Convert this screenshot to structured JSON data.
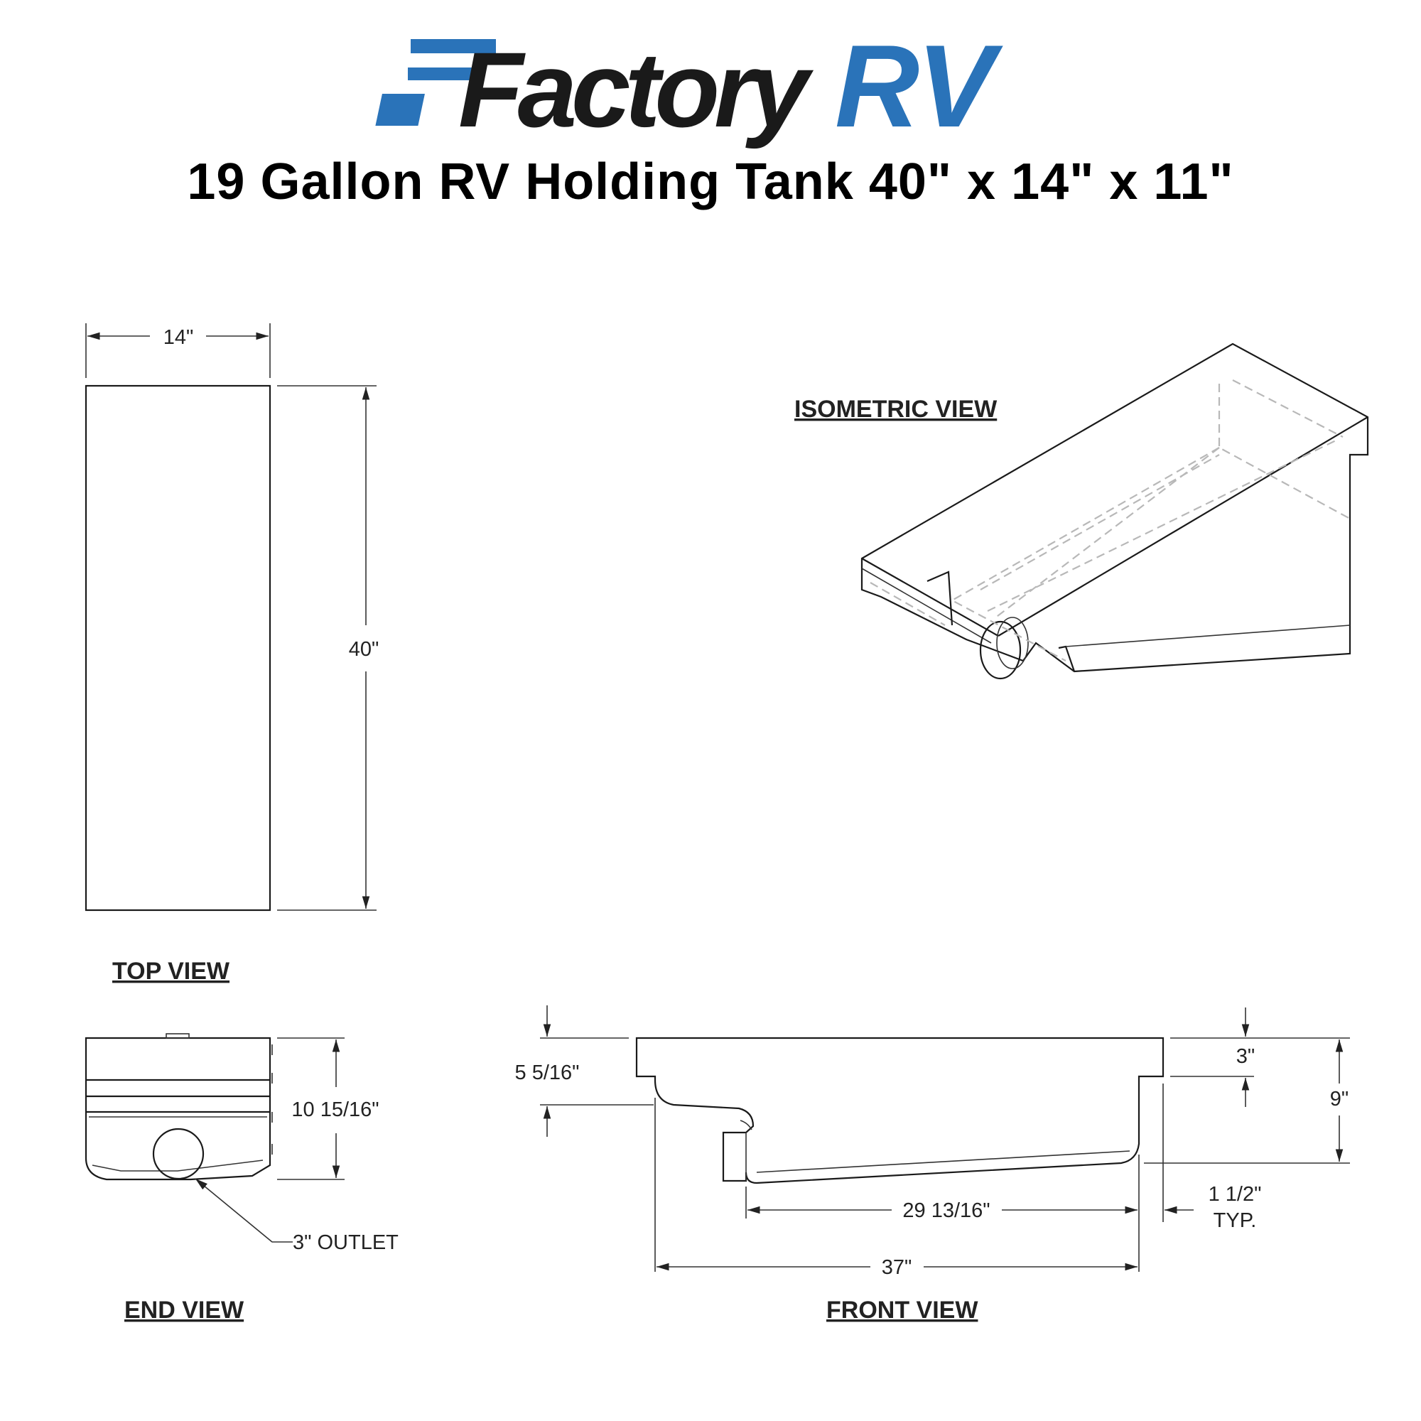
{
  "logo": {
    "word1": "Factory",
    "word2": "RV",
    "color_dark": "#1a1a1a",
    "color_blue": "#2a73b9"
  },
  "title": "19 Gallon RV Holding Tank 40\" x 14\" x 11\"",
  "views": {
    "top": {
      "label": "TOP VIEW",
      "width": "14\"",
      "length": "40\""
    },
    "isometric": {
      "label": "ISOMETRIC VIEW"
    },
    "end": {
      "label": "END VIEW",
      "height": "10 15/16\"",
      "outlet": "3\" OUTLET"
    },
    "front": {
      "label": "FRONT VIEW",
      "step_height": "5 5/16\"",
      "top_lip": "3\"",
      "height": "9\"",
      "sump_length": "29 13/16\"",
      "flange": "1 1/2\"",
      "flange_note": "TYP.",
      "body_length": "37\""
    }
  }
}
